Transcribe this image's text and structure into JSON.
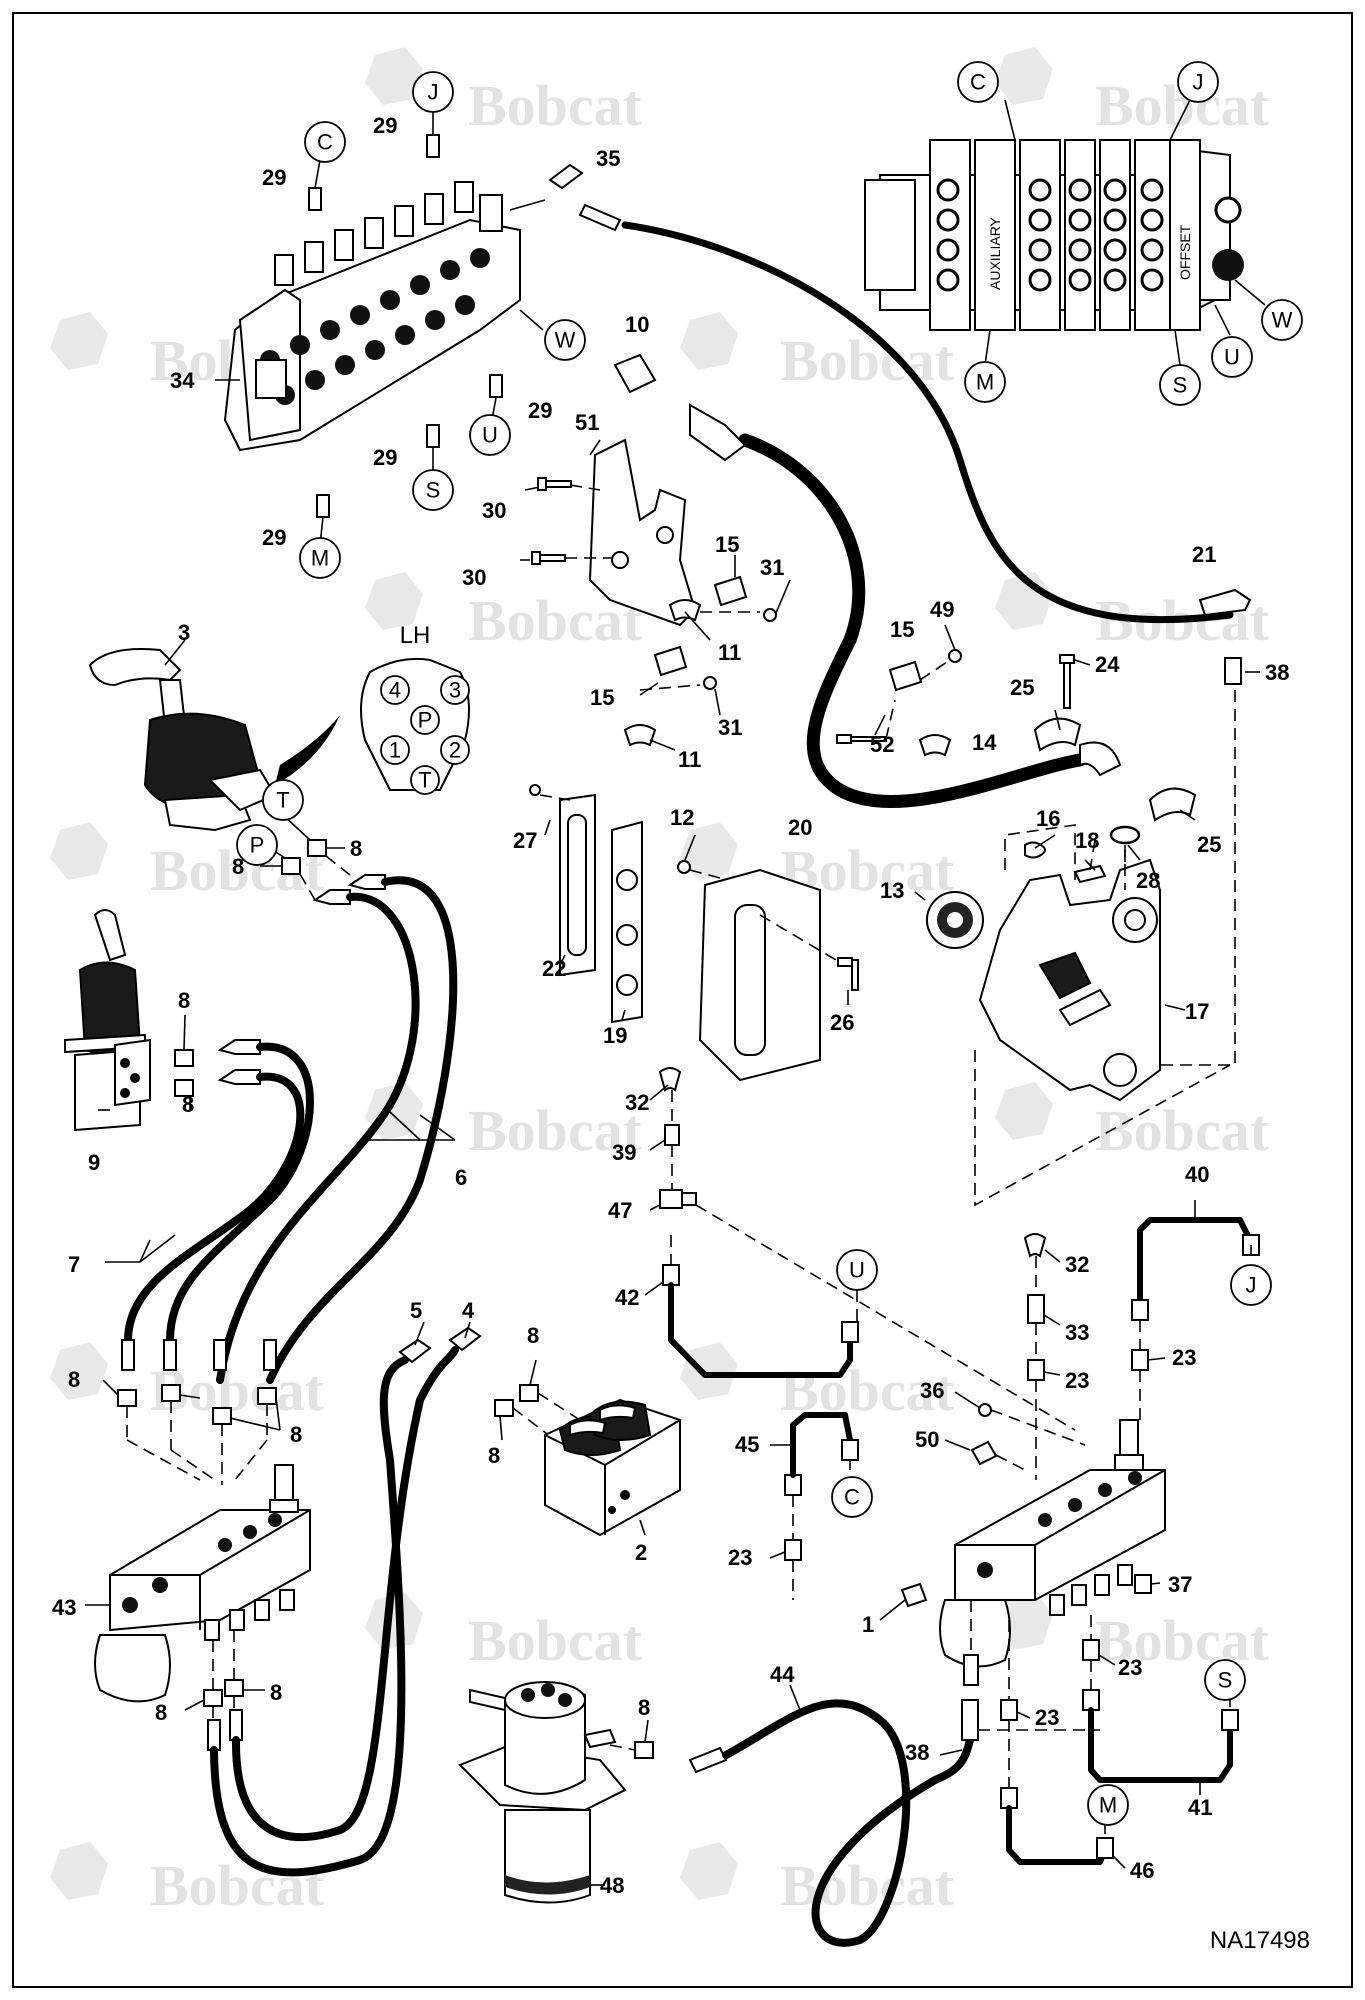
{
  "drawing_number": "NA17498",
  "watermark_text": "Bobcat",
  "connector_pattern": {
    "title": "LH",
    "ports": [
      "4",
      "3",
      "P",
      "1",
      "2",
      "T"
    ]
  },
  "inset_valve_labels": {
    "auxiliary": "AUXILIARY",
    "offset": "OFFSET"
  },
  "circle_refs": {
    "j_top": "J",
    "c_top": "C",
    "w_mid": "W",
    "u_mid": "U",
    "s_mid": "S",
    "m_mid": "M",
    "inset_c": "C",
    "inset_j": "J",
    "inset_w": "W",
    "inset_u": "U",
    "inset_s": "S",
    "inset_m": "M",
    "t_pilot": "T",
    "p_pilot": "P",
    "u_lower": "U",
    "j_lower": "J",
    "c_lower": "C",
    "s_lower": "S",
    "m_lower": "M"
  },
  "part_numbers": {
    "p29_j": "29",
    "p29_c": "29",
    "p35": "35",
    "p34": "34",
    "p10": "10",
    "p29_u": "29",
    "p29_s": "29",
    "p29_m": "29",
    "p51": "51",
    "p30_a": "30",
    "p30_b": "30",
    "p15_a": "15",
    "p31_a": "31",
    "p11_a": "11",
    "p15_b": "15",
    "p31_b": "31",
    "p11_b": "11",
    "p21": "21",
    "p15_c": "15",
    "p49": "49",
    "p24": "24",
    "p38_a": "38",
    "p25_a": "25",
    "p52": "52",
    "p14": "14",
    "p20": "20",
    "p25_b": "25",
    "p16": "16",
    "p18": "18",
    "p28": "28",
    "p13": "13",
    "p17": "17",
    "p3": "3",
    "p8_a": "8",
    "p8_b": "8",
    "p27": "27",
    "p12": "12",
    "p22": "22",
    "p19": "19",
    "p26": "26",
    "p8_c": "8",
    "p8_d": "8",
    "p9": "9",
    "p32_a": "32",
    "p39": "39",
    "p6": "6",
    "p47": "47",
    "p40": "40",
    "p7": "7",
    "p32_b": "32",
    "p42": "42",
    "p33": "33",
    "p23_a": "23",
    "p23_b": "23",
    "p5": "5",
    "p4": "4",
    "p8_e": "8",
    "p36": "36",
    "p8_f": "8",
    "p8_g": "8",
    "p45": "45",
    "p50": "50",
    "p8_h": "8",
    "p2": "2",
    "p23_c": "23",
    "p37": "37",
    "p43": "43",
    "p1": "1",
    "p23_d": "23",
    "p8_i": "8",
    "p8_j": "8",
    "p44": "44",
    "p8_k": "8",
    "p38_b": "38",
    "p23_e": "23",
    "p41": "41",
    "p48": "48",
    "p46": "46"
  },
  "colors": {
    "line": "#000000",
    "background": "#ffffff",
    "watermark": "#e2e2e2"
  }
}
